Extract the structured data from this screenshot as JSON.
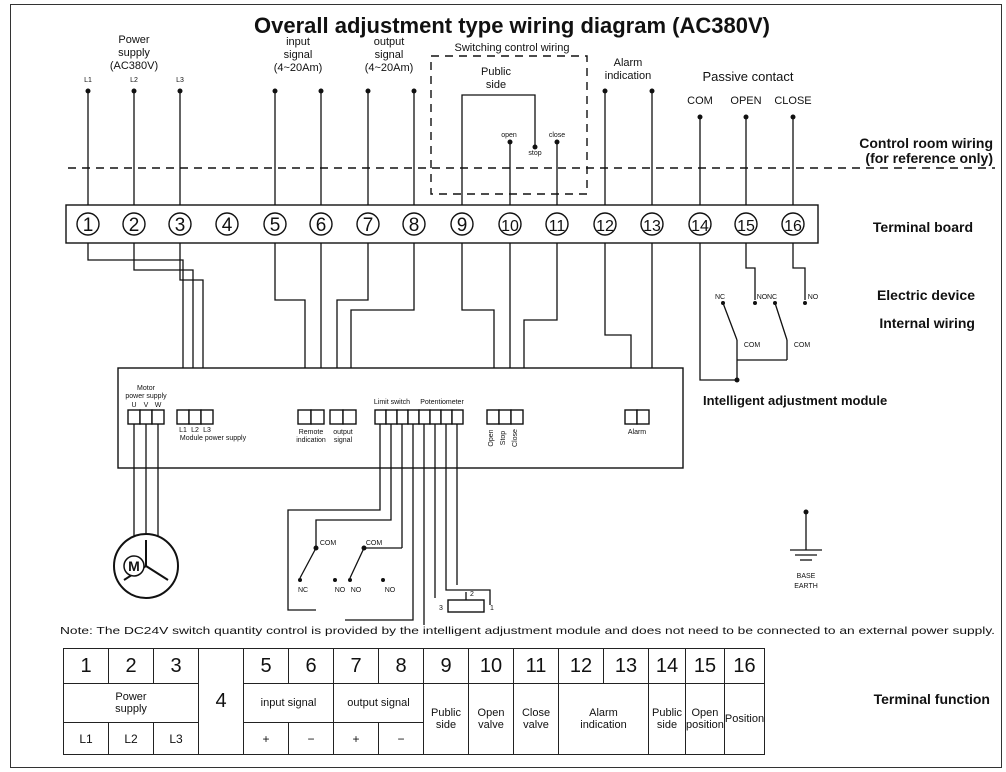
{
  "title": "Overall adjustment type wiring diagram (AC380V)",
  "top_groups": {
    "power_supply": [
      "Power",
      "supply",
      "(AC380V)"
    ],
    "power_leads": [
      "L1",
      "L2",
      "L3"
    ],
    "input_signal": [
      "input",
      "signal",
      "(4~20Am)"
    ],
    "output_signal": [
      "output",
      "signal",
      "(4~20Am)"
    ],
    "switching": "Switching control wiring",
    "public_side": [
      "Public",
      "side"
    ],
    "switch_labels": [
      "open",
      "close",
      "stop"
    ],
    "alarm": [
      "Alarm",
      "indication"
    ],
    "passive_contact": "Passive contact",
    "passive_leads": [
      "COM",
      "OPEN",
      "CLOSE"
    ]
  },
  "control_room_note": [
    "Control room wiring",
    "(for reference only)"
  ],
  "terminal_board_label": "Terminal board",
  "terminal_numbers": [
    "1",
    "2",
    "3",
    "4",
    "5",
    "6",
    "7",
    "8",
    "9",
    "10",
    "11",
    "12",
    "13",
    "14",
    "15",
    "16"
  ],
  "electric_device": {
    "title": [
      "Electric device",
      "Internal wiring"
    ],
    "contact_labels": [
      "NC",
      "NO",
      "NC",
      "NO",
      "COM",
      "COM"
    ]
  },
  "module": {
    "label": "Intelligent adjustment module",
    "motor_power": [
      "Motor",
      "power supply"
    ],
    "motor_pins": [
      "U",
      "V",
      "W"
    ],
    "module_power_pins": [
      "L1",
      "L2",
      "L3"
    ],
    "module_power": "Module power supply",
    "signal_labels": [
      "Remote",
      "indication",
      "output",
      "signal"
    ],
    "limit_switch": "Limit switch",
    "potentiometer": "Potentiometer",
    "pin_labels": [
      "Open",
      "Stop",
      "Close"
    ],
    "alarm": "Alarm"
  },
  "limit_switches": [
    "COM",
    "NC",
    "NO",
    "COM",
    "NO",
    "NO"
  ],
  "potentiometer_pins": [
    "3",
    "2",
    "1"
  ],
  "motor_symbol": "M",
  "ground": [
    "BASE",
    "EARTH"
  ],
  "note": "Note: The DC24V switch quantity control is provided by the intelligent adjustment module and does not need to be connected to an external power supply.",
  "terminal_function": {
    "label": "Terminal function",
    "row1": [
      "1",
      "2",
      "3",
      "4",
      "5",
      "6",
      "7",
      "8",
      "9",
      "10",
      "11",
      "12",
      "13",
      "14",
      "15",
      "16"
    ],
    "power_supply": [
      "Power",
      "supply"
    ],
    "input_signal": "input signal",
    "output_signal": "output signal",
    "public_side": [
      "Public",
      "side"
    ],
    "open_valve": [
      "Open",
      "valve"
    ],
    "close_valve": [
      "Close",
      "valve"
    ],
    "alarm_indication": [
      "Alarm",
      "indication"
    ],
    "public_side_14": [
      "Public",
      "side"
    ],
    "open_position": [
      "Open",
      "position"
    ],
    "position": "Position",
    "row3": [
      "L1",
      "L2",
      "L3",
      "+",
      "−",
      "+",
      "−"
    ]
  }
}
